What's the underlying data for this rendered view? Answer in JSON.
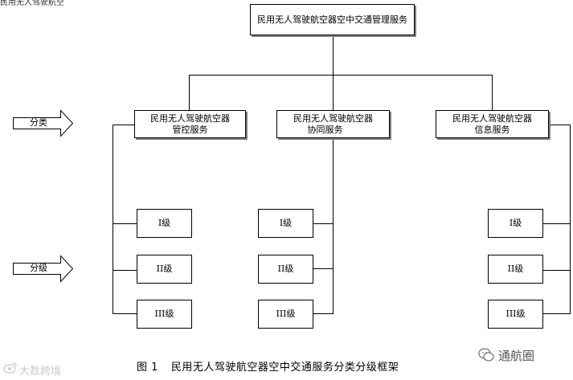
{
  "top_fragment": "民用无人驾驶航空",
  "root": {
    "label": "民用无人驾驶航空器空中交通管理服务"
  },
  "categories": [
    {
      "line1": "民用无人驾驶航空器",
      "line2": "管控服务"
    },
    {
      "line1": "民用无人驾驶航空器",
      "line2": "协同服务"
    },
    {
      "line1": "民用无人驾驶航空器",
      "line2": "信息服务"
    }
  ],
  "levels": [
    "I级",
    "II级",
    "III级"
  ],
  "arrows": {
    "classify": "分类",
    "grade": "分级"
  },
  "caption": {
    "fig_no": "图 1",
    "title": "民用无人驾驶航空器空中交通服务分类分级框架"
  },
  "watermarks": {
    "left": "大数跨境",
    "right": "通航圈"
  }
}
